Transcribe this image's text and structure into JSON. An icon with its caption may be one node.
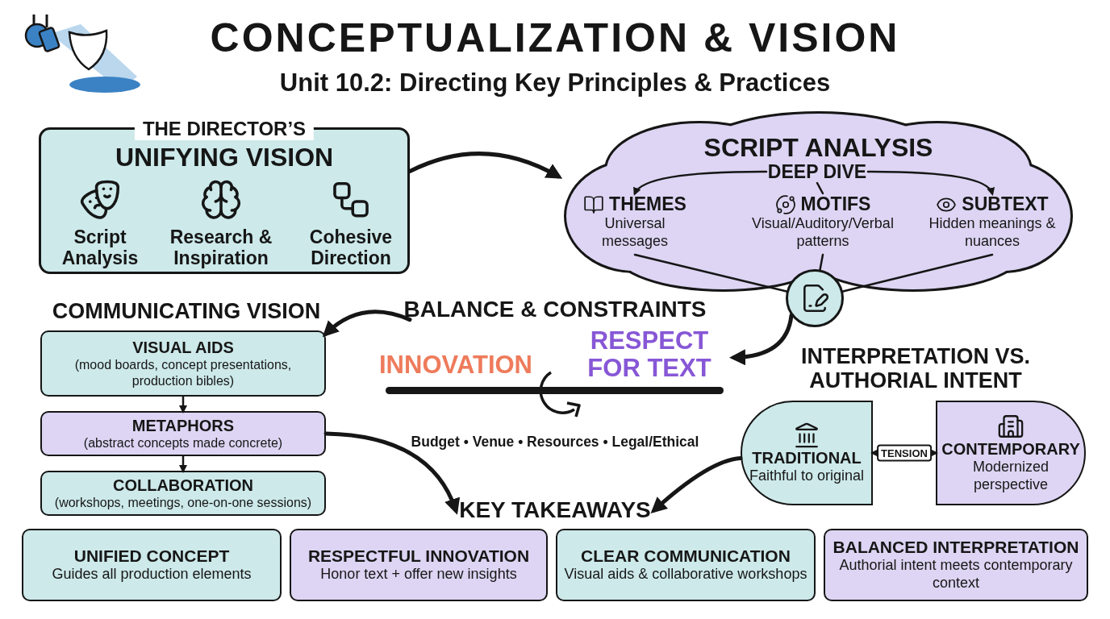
{
  "diagram": {
    "title": "CONCEPTUALIZATION & VISION",
    "nodes": [
      {
        "text": [
          "THE DIRECTOR’S",
          "UNIFYING VISION"
        ]
      },
      {
        "text": [
          "Script Analysis"
        ],
        "in": 0
      },
      {
        "text": [
          "Research & Inspiration"
        ],
        "in": 0
      },
      {
        "text": [
          "Cohesive Direction"
        ],
        "in": 0
      },
      {
        "text": [
          "SCRIPT ANALYSIS"
        ]
      },
      {
        "text": [
          "DEEP DIVE"
        ],
        "in": 4
      },
      {
        "text": [
          "THEMES",
          "Universal messages"
        ],
        "in": 4
      },
      {
        "text": [
          "MOTIFS",
          "Visual/Auditory/Verbal patterns"
        ],
        "in": 4
      },
      {
        "text": [
          "SUBTEXT",
          "Hidden meanings & nuances"
        ],
        "in": 4
      },
      {
        "text": [],
        "shape": "circle"
      },
      {
        "text": [
          "BALANCE & CONSTRAINTS"
        ]
      },
      {
        "text": [
          "INNOVATION"
        ]
      },
      {
        "text": [
          "RESPECT FOR TEXT"
        ]
      },
      {
        "text": [
          "VISUAL AIDS",
          "(mood boards, concept presentations, production bibles)"
        ]
      },
      {
        "text": [
          "METAPHORS",
          "(abstract concepts made concrete)"
        ]
      },
      {
        "text": [
          "COLLABORATION",
          "(workshops, meetings, one-on-one sessions)"
        ]
      },
      {
        "text": [
          "KEY TAKEAWAYS"
        ]
      },
      {
        "text": [
          "TRADITIONAL",
          "Faithful to original"
        ]
      },
      {
        "text": [
          "CONTEMPORARY",
          "Modernized perspective"
        ]
      },
      {
        "text": [
          "UNIFIED CONCEPT",
          "Guides all production elements"
        ]
      },
      {
        "text": [
          "RESPECTFUL INNOVATION",
          "Honor text + offer new insights"
        ]
      },
      {
        "text": [
          "CLEAR COMMUNICATION",
          "Visual aids & collaborative workshops"
        ]
      },
      {
        "text": [
          "BALANCED INTERPRETATION",
          "Authorial intent meets contemporary context"
        ]
      },
      {
        "text": [],
        "shape": "bar"
      }
    ],
    "edges": [
      {
        "from": 0,
        "to": 4,
        "arrow": "to",
        "style": "thick"
      },
      {
        "from": 5,
        "to": 6,
        "arrow": "to"
      },
      {
        "from": 5,
        "to": 7,
        "arrow": "none"
      },
      {
        "from": 5,
        "to": 8,
        "arrow": "to"
      },
      {
        "from": 6,
        "to": 9,
        "arrow": "none"
      },
      {
        "from": 7,
        "to": 9,
        "arrow": "none"
      },
      {
        "from": 8,
        "to": 9,
        "arrow": "none"
      },
      {
        "from": 9,
        "to": 12,
        "arrow": "to",
        "style": "thick"
      },
      {
        "from": 10,
        "to": 13,
        "arrow": "to",
        "style": "thick"
      },
      {
        "from": 13,
        "to": 14,
        "arrow": "to"
      },
      {
        "from": 14,
        "to": 15,
        "arrow": "to"
      },
      {
        "from": 14,
        "to": 16,
        "arrow": "to",
        "style": "thick"
      },
      {
        "from": 17,
        "to": 16,
        "arrow": "to",
        "style": "thick"
      },
      {
        "from": 17,
        "to": 18,
        "arrow": "both",
        "label": "TENSION"
      }
    ],
    "labels": [
      "Unit 10.2: Directing Key Principles & Practices",
      "COMMUNICATING VISION",
      "Budget • Venue • Resources • Legal/Ethical",
      "INTERPRETATION VS. AUTHORIAL INTENT"
    ]
  }
}
